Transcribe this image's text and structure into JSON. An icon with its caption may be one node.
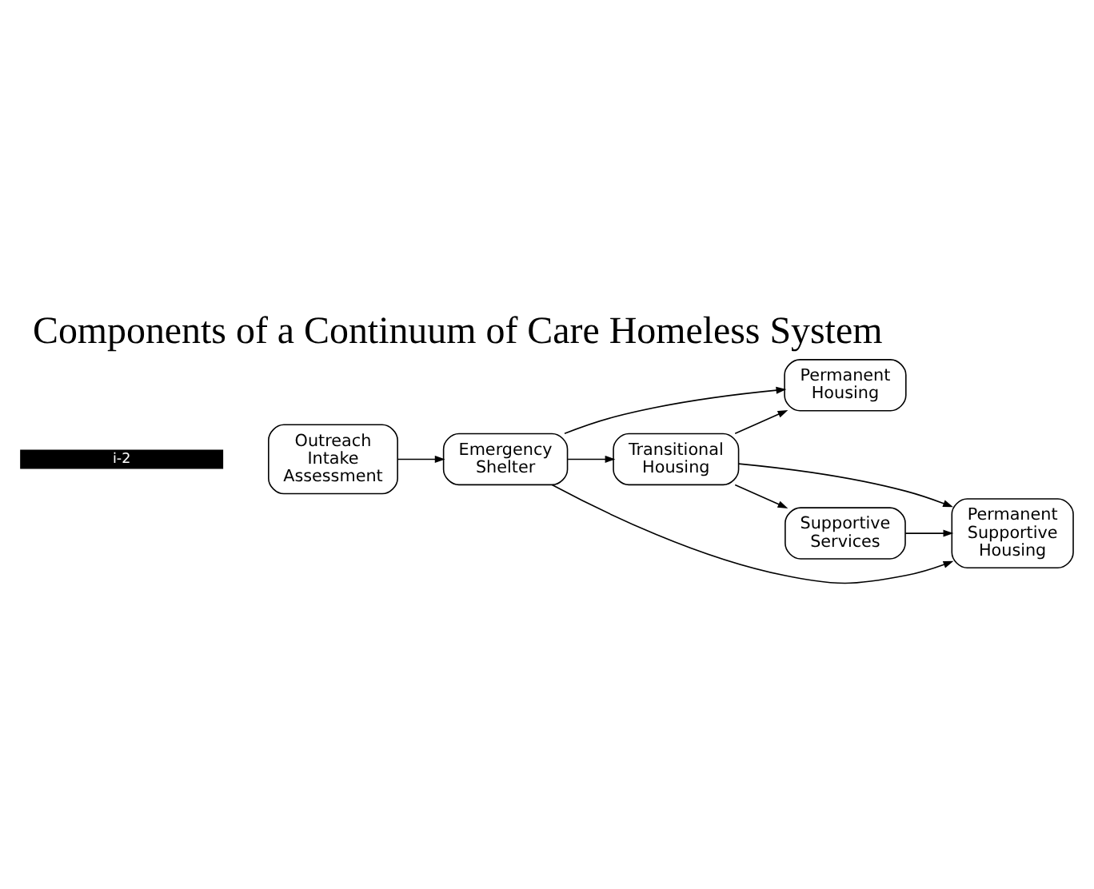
{
  "diagram": {
    "title": "Components of a Continuum of Care Homeless System",
    "nodes": [
      {
        "text": [
          "Outreach Intake Assessment"
        ]
      },
      {
        "text": [
          "Emergency Shelter"
        ]
      },
      {
        "text": [
          "Transitional Housing"
        ]
      },
      {
        "text": [
          "Permanent Housing"
        ]
      },
      {
        "text": [
          "Permanent Supportive Housing"
        ]
      },
      {
        "text": [
          "Supportive Services"
        ]
      }
    ],
    "edges": [
      {
        "from": 0,
        "to": 1,
        "arrow": "to"
      },
      {
        "from": 1,
        "to": 2,
        "arrow": "to"
      },
      {
        "from": 1,
        "to": 3,
        "arrow": "to"
      },
      {
        "from": 1,
        "to": 4,
        "arrow": "to"
      },
      {
        "from": 2,
        "to": 3,
        "arrow": "to"
      },
      {
        "from": 2,
        "to": 4,
        "arrow": "to"
      },
      {
        "from": 2,
        "to": 5,
        "arrow": "to"
      },
      {
        "from": 5,
        "to": 4,
        "arrow": "to"
      }
    ],
    "labels": [
      "i-2"
    ]
  }
}
